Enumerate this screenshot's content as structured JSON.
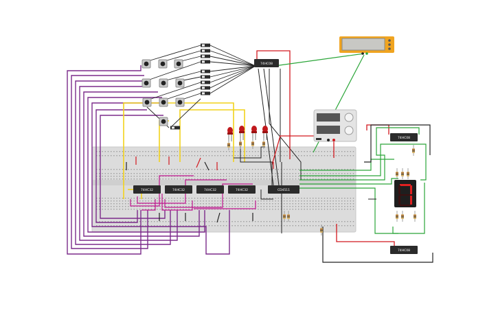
{
  "app": {
    "title": ""
  },
  "chips": {
    "and_1": "74HC08",
    "and_2": "74HC08",
    "and_3": "74HC08",
    "and_4": "74HC32",
    "and_5": "74HC32",
    "and_6": "74HC32",
    "and_7": "74HC32",
    "decoder": "CD4511"
  },
  "colors": {
    "wire_purple": "#7b2a8a",
    "wire_magenta": "#c0168e",
    "wire_yellow": "#f2d21c",
    "wire_green": "#2aa538",
    "wire_red": "#d2181e",
    "wire_black": "#222222",
    "breadboard": "#dcdcdc",
    "chip": "#2b2b2b",
    "led": "#c0181c",
    "display": "#1e1e1e",
    "segment_on": "#e02020",
    "lcd_frame": "#f0a420"
  },
  "icons": {
    "button": "push-button-icon",
    "switch": "slide-switch-icon",
    "led": "led-icon",
    "resistor": "resistor-icon",
    "display": "seven-segment-icon",
    "supply": "power-supply-icon",
    "lcd": "lcd-icon"
  },
  "display": {
    "digit": "7"
  }
}
